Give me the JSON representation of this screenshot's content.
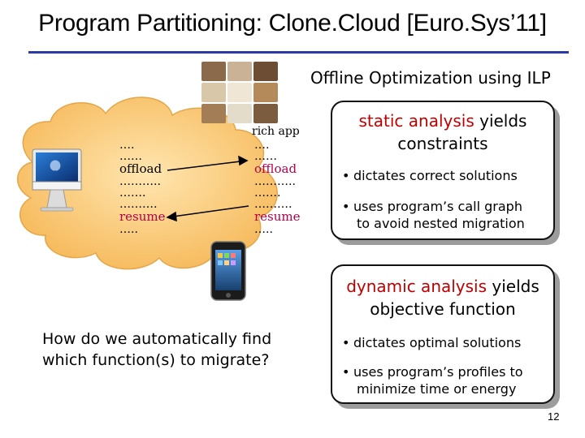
{
  "title": "Program Partitioning: Clone.Cloud [Euro.Sys’11]",
  "subtitle": "Offline Optimization using ILP",
  "rich_app_label": "rich app",
  "left_code": [
    "….",
    "……",
    "offload",
    "………..",
    "…….",
    "……….",
    "resume",
    "….."
  ],
  "right_code": [
    "….",
    "……",
    "offload",
    "………..",
    "…….",
    "……….",
    "resume",
    "….."
  ],
  "static_box": {
    "heading_red": "static analysis",
    "heading_rest": " yields",
    "heading_line2": "constraints",
    "bullets": [
      "dictates correct solutions",
      "uses program’s call graph",
      "to avoid nested migration"
    ]
  },
  "dynamic_box": {
    "heading_red": "dynamic analysis",
    "heading_rest": " yields",
    "heading_line2": "objective function",
    "bullets": [
      "dictates optimal solutions",
      "uses program’s profiles to",
      "minimize time or energy"
    ]
  },
  "question": [
    "How do we automatically find",
    "which function(s) to migrate?"
  ],
  "page_number": "12",
  "colors": {
    "accent_rule": "#2b3aa6",
    "highlight_red": "#c00000",
    "cloud_fill": "#f9c97c"
  }
}
